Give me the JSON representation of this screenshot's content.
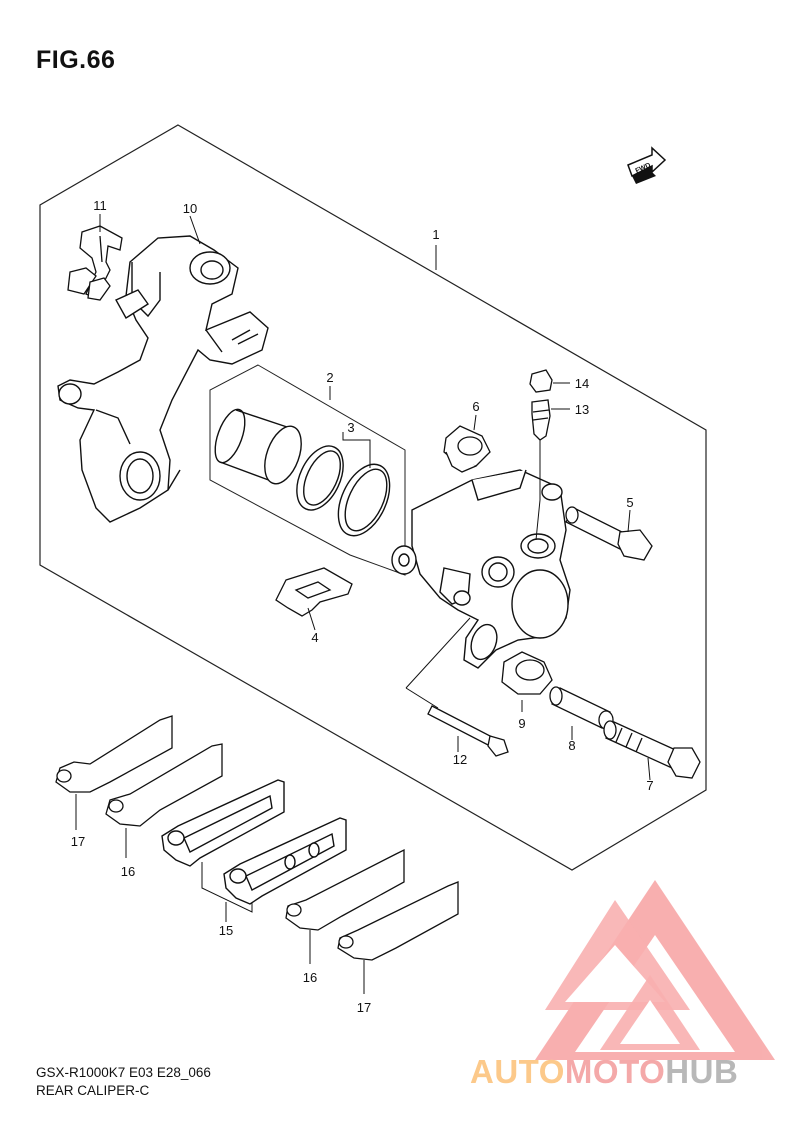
{
  "figure": {
    "title": "FIG.66"
  },
  "footer": {
    "code": "GSX-R1000K7 E03 E28_066",
    "name": "REAR CALIPER-C"
  },
  "fwd_label": "FWD",
  "callouts": [
    "1",
    "2",
    "3",
    "4",
    "5",
    "6",
    "7",
    "8",
    "9",
    "10",
    "11",
    "12",
    "13",
    "14",
    "15",
    "16",
    "16",
    "17",
    "17"
  ],
  "watermark": {
    "part1": "AUTO",
    "part2": "MOTO",
    "part3": "HUB",
    "colors": {
      "auto": "#fcc98a",
      "moto": "#f4a9a9",
      "hub": "#b8b8b8",
      "logo": "#f7a2a2"
    }
  }
}
